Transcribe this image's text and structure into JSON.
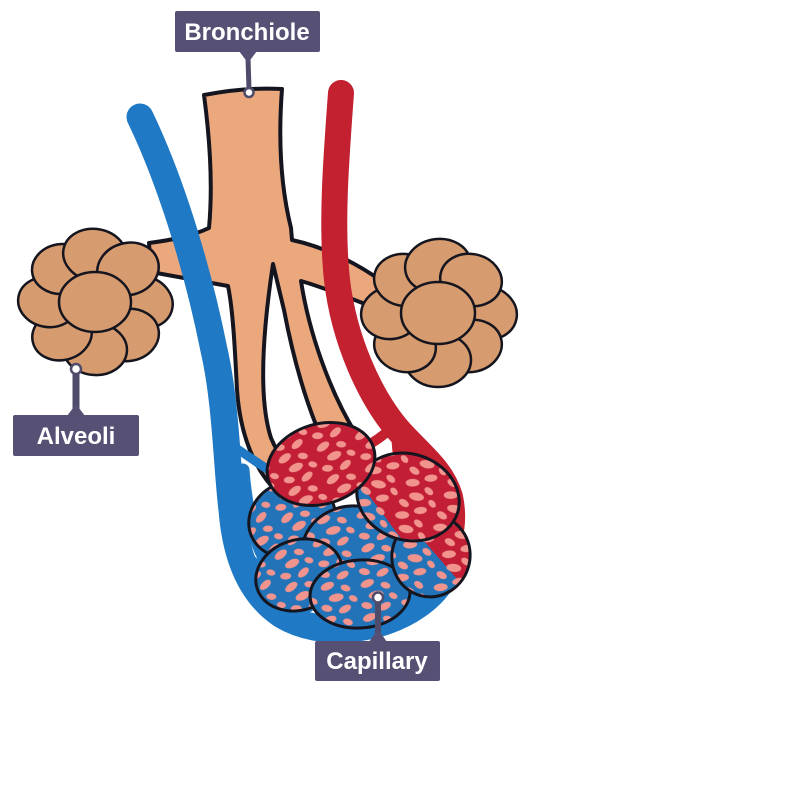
{
  "diagram": {
    "subject": "bronchiole-alveoli-capillary",
    "labels": {
      "bronchiole": "Bronchiole",
      "alveoli": "Alveoli",
      "capillary": "Capillary"
    },
    "colors": {
      "background": "#ffffff",
      "bronchiole_tan": "#ECA87D",
      "alveoli_tan": "#D69B6E",
      "vein_blue": "#1F79C4",
      "artery_red": "#C32030",
      "capillary_red": "#C21F36",
      "capillary_blue": "#2273B8",
      "speckle_salmon": "#F2948E",
      "outline_dark": "#15151F",
      "label_bg": "#565174",
      "label_text": "#ffffff",
      "pointer_line": "#4F4C6B",
      "pointer_dot_fill": "#ffffff"
    }
  }
}
